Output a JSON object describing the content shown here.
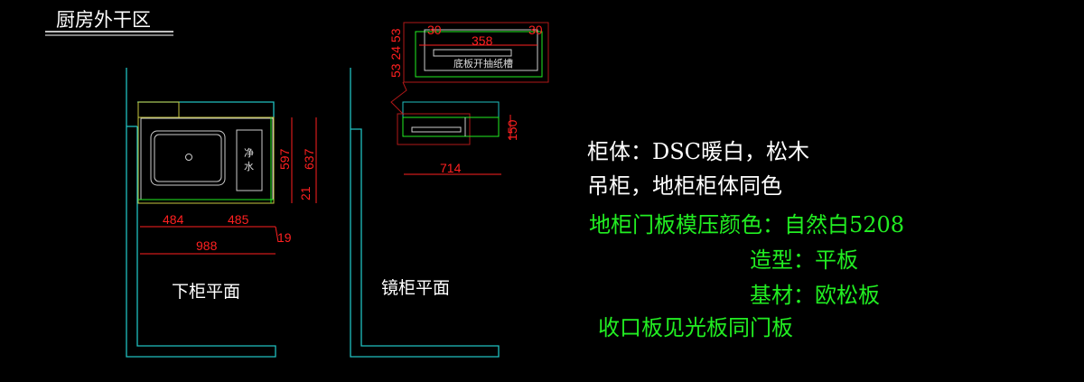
{
  "title": "厨房外干区",
  "lower_cabinet": {
    "label": "下柜平面",
    "sink_mark": [
      "净",
      "水"
    ],
    "dims": {
      "left_width": "484",
      "right_width": "485",
      "total_width": "988",
      "edge": "19",
      "depth_inner": "597",
      "depth_outer": "637",
      "front": "21"
    }
  },
  "mirror_cabinet": {
    "label": "镜柜平面",
    "detail_text": "底板开抽纸槽",
    "dims": {
      "left": "30",
      "middle": "358",
      "right": "30",
      "vertical": "53 24 53",
      "width": "714",
      "depth": "150"
    }
  },
  "notes": {
    "white": [
      "柜体：DSC暖白，松木",
      "吊柜，地柜柜体同色"
    ],
    "green": [
      "地柜门板模压颜色：自然白5208",
      "造型：平板",
      "基材：欧松板",
      "收口板见光板同门板"
    ]
  },
  "colors": {
    "cyan": "#20c0c0",
    "red": "#ff2020",
    "green": "#22ee22",
    "yellow": "#c8c840"
  }
}
